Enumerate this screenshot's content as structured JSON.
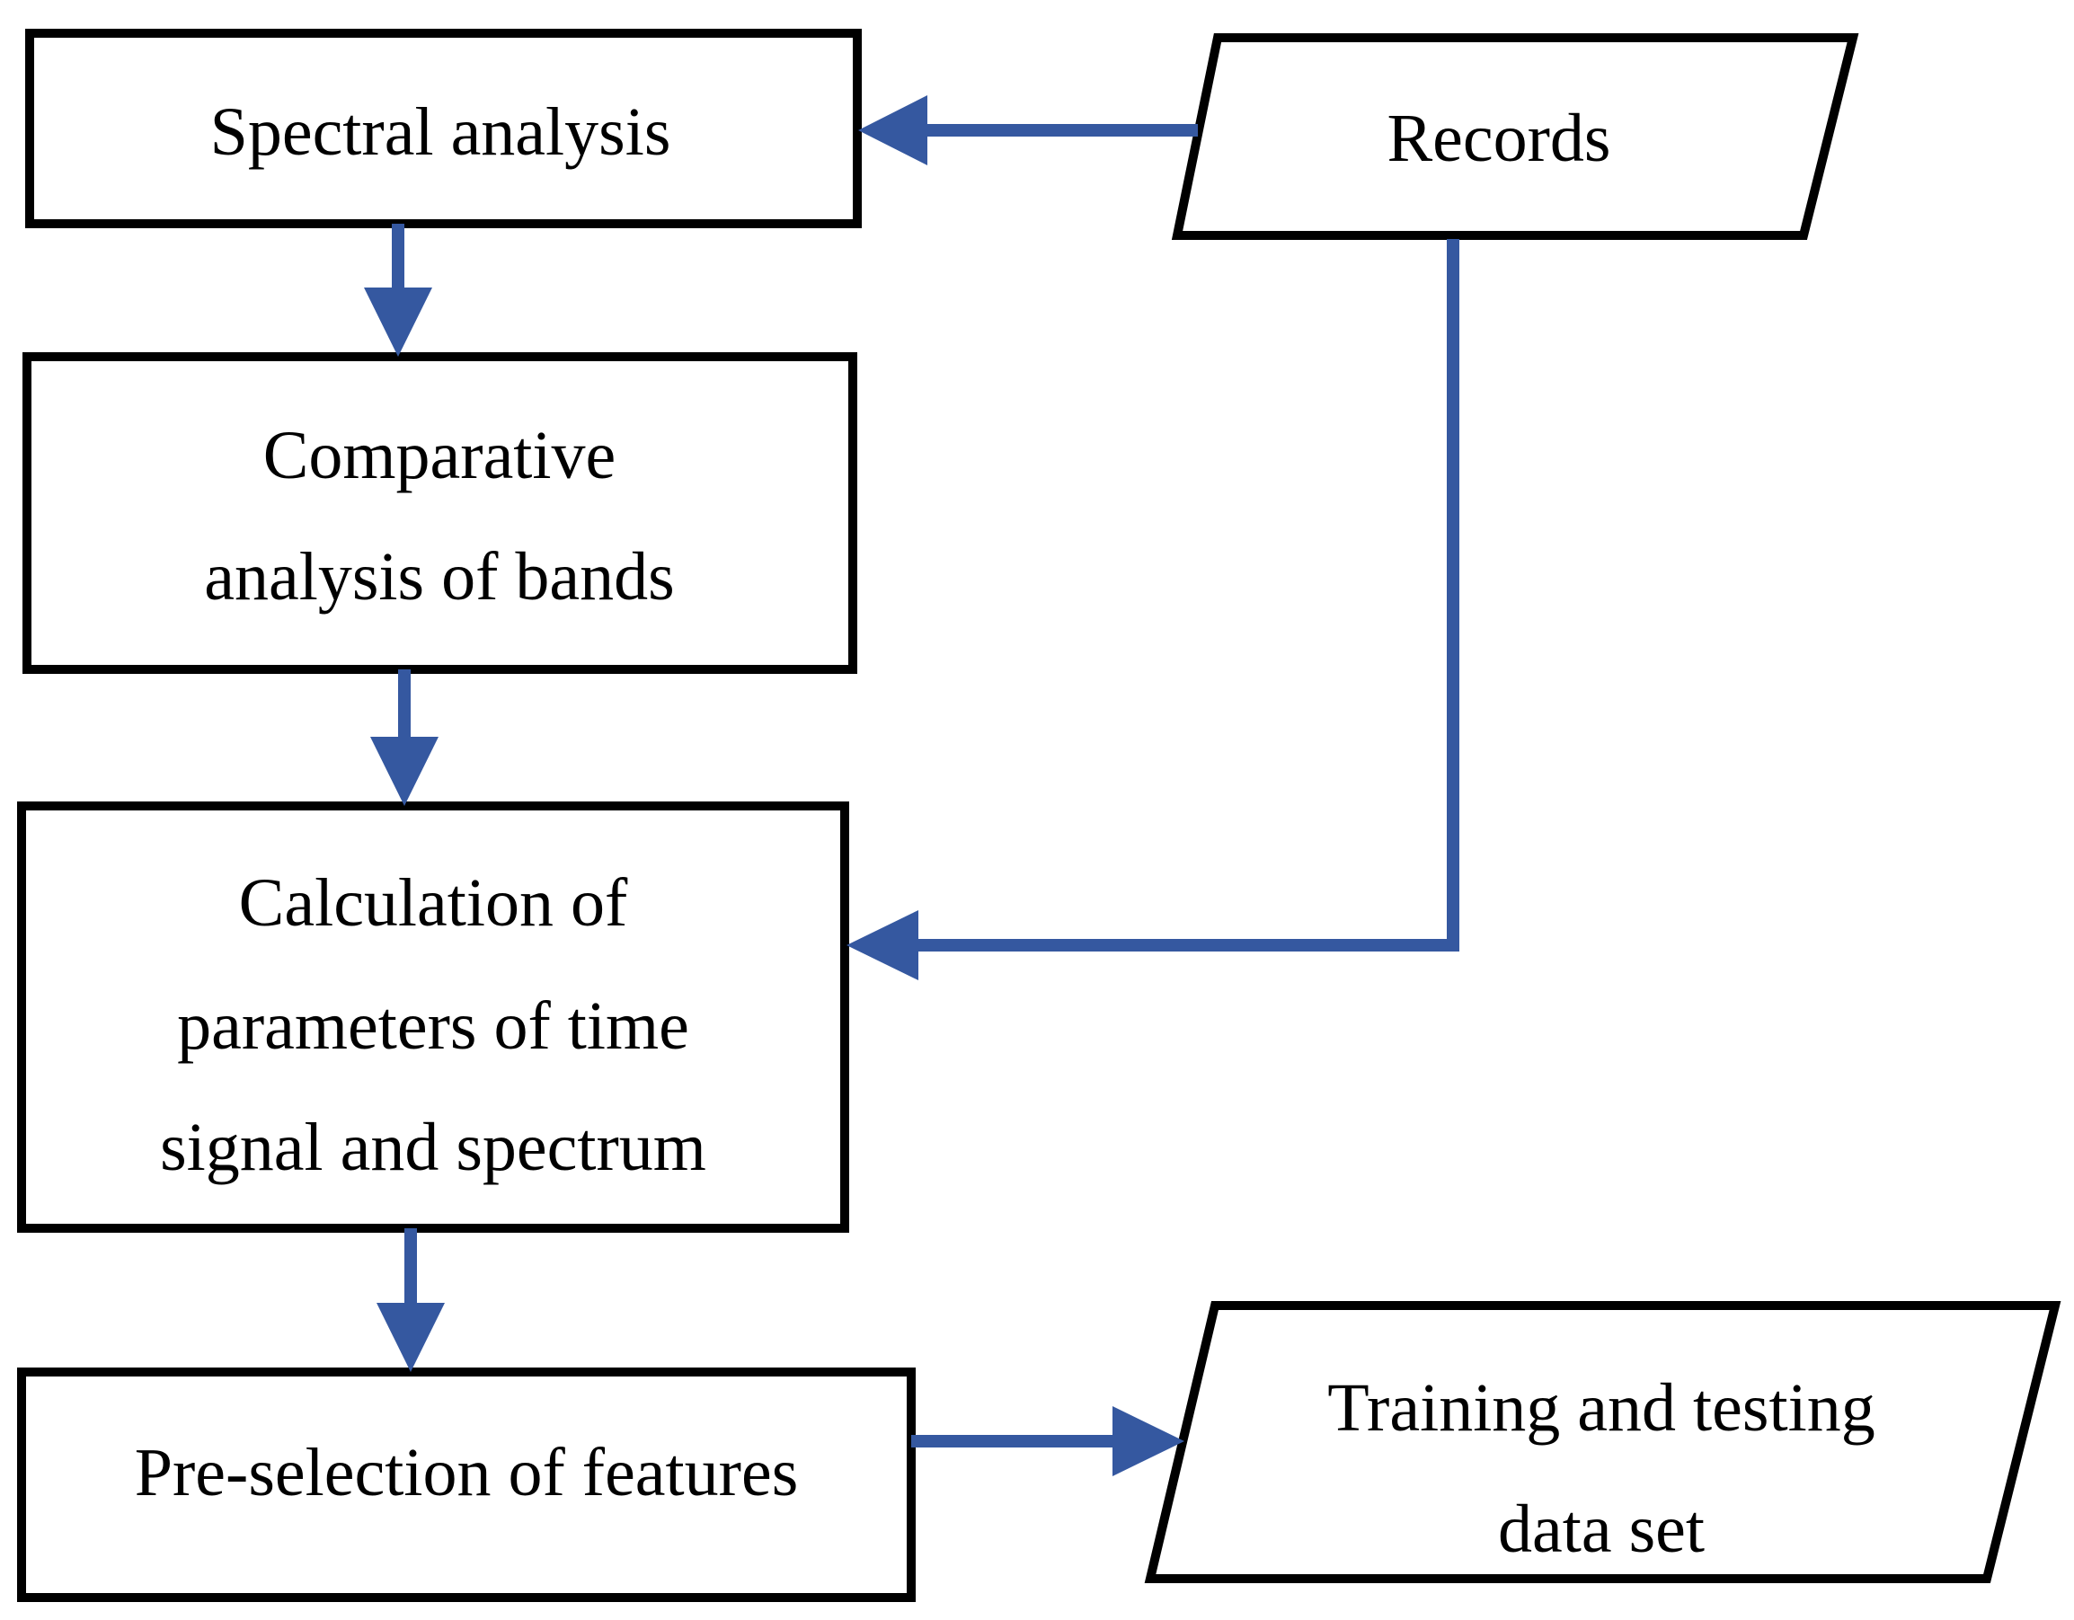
{
  "colors": {
    "arrow": "#3558A0",
    "box_stroke": "#000000",
    "background": "#FFFFFF"
  },
  "nodes": {
    "spectral_analysis": {
      "shape": "rectangle",
      "lines": [
        "Spectral analysis"
      ]
    },
    "records": {
      "shape": "parallelogram",
      "lines": [
        "Records"
      ]
    },
    "comparative_analysis": {
      "shape": "rectangle",
      "lines": [
        "Comparative",
        "analysis of bands"
      ]
    },
    "calculation": {
      "shape": "rectangle",
      "lines": [
        "Calculation of",
        "parameters of time",
        "signal and spectrum"
      ]
    },
    "preselection": {
      "shape": "rectangle",
      "lines": [
        "Pre-selection of features"
      ]
    },
    "training_testing": {
      "shape": "parallelogram",
      "lines": [
        "Training and testing",
        "data set"
      ]
    }
  },
  "edges": [
    {
      "from": "records",
      "to": "spectral_analysis"
    },
    {
      "from": "spectral_analysis",
      "to": "comparative_analysis"
    },
    {
      "from": "comparative_analysis",
      "to": "calculation"
    },
    {
      "from": "records",
      "to": "calculation"
    },
    {
      "from": "calculation",
      "to": "preselection"
    },
    {
      "from": "preselection",
      "to": "training_testing"
    }
  ]
}
